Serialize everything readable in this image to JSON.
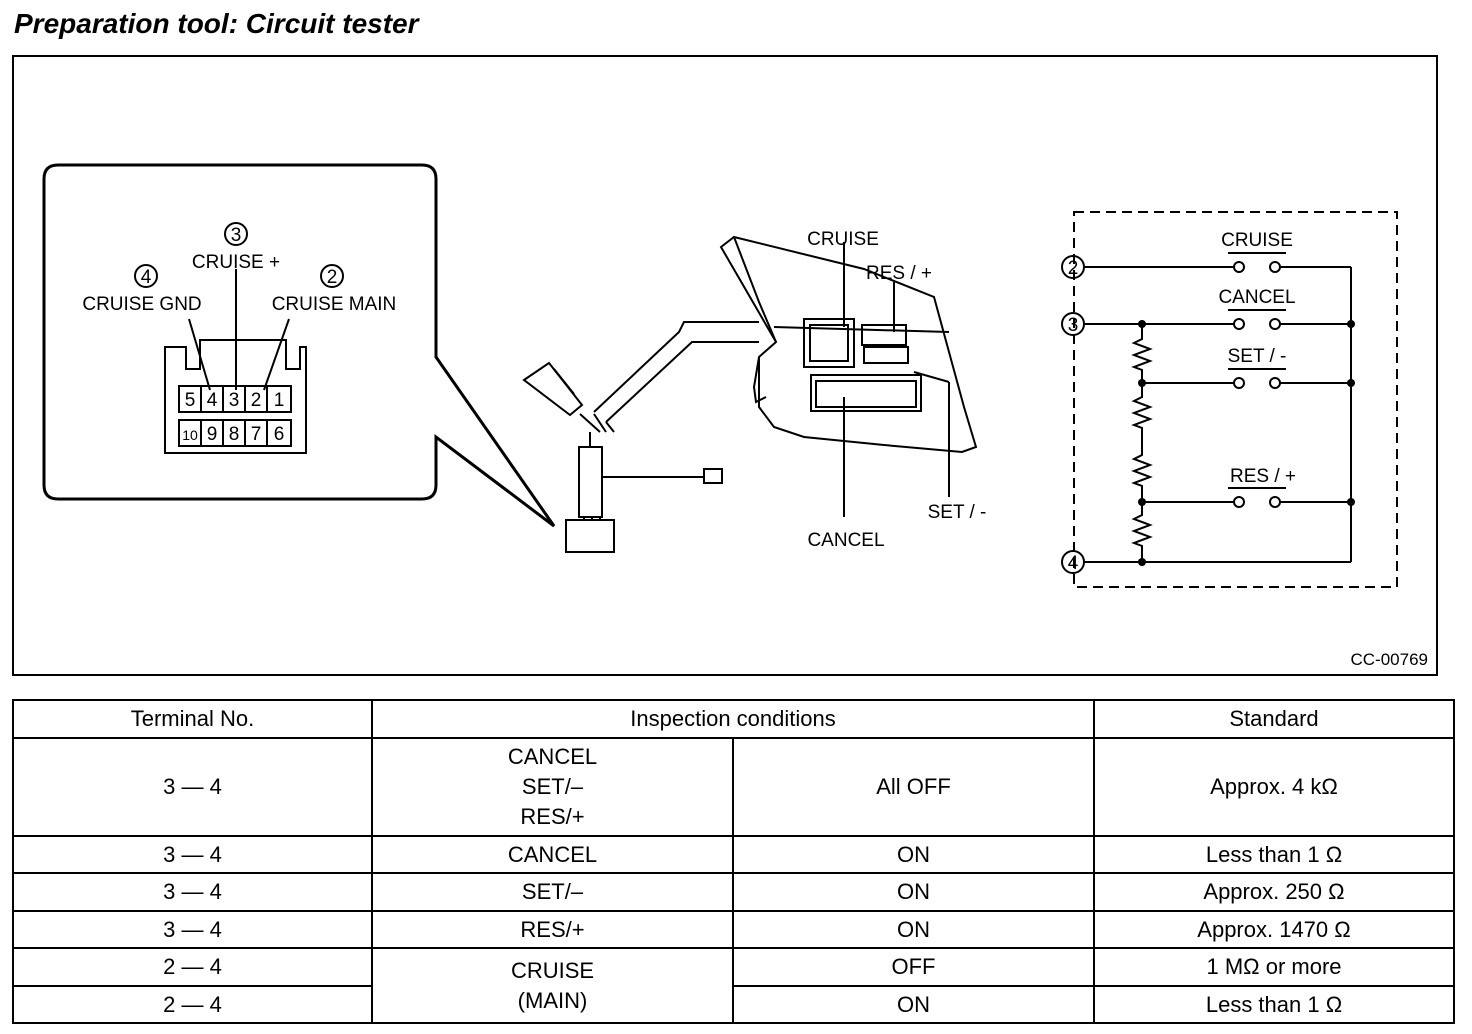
{
  "heading": "Preparation tool: Circuit tester",
  "figure": {
    "code": "CC-00769",
    "connector": {
      "terminals": [
        {
          "num": "4",
          "name": "CRUISE GND"
        },
        {
          "num": "3",
          "name": "CRUISE +"
        },
        {
          "num": "2",
          "name": "CRUISE MAIN"
        }
      ],
      "pins_top": [
        "5",
        "4",
        "3",
        "2",
        "1"
      ],
      "pins_bottom": [
        "10",
        "9",
        "8",
        "7",
        "6"
      ]
    },
    "switch_labels": {
      "cruise": "CRUISE",
      "res": "RES / +",
      "set": "SET / -",
      "cancel": "CANCEL"
    },
    "schematic": {
      "terminals": [
        "2",
        "3",
        "4"
      ],
      "switches": [
        "CRUISE",
        "CANCEL",
        "SET / -",
        "RES / +"
      ]
    }
  },
  "table": {
    "headers": [
      "Terminal No.",
      "Inspection conditions",
      "Standard"
    ],
    "rows": [
      {
        "terminal": "3 — 4",
        "switch": "CANCEL\nSET/–\nRES/+",
        "state": "All OFF",
        "standard": "Approx. 4 kΩ"
      },
      {
        "terminal": "3 — 4",
        "switch": "CANCEL",
        "state": "ON",
        "standard": "Less than 1 Ω"
      },
      {
        "terminal": "3 — 4",
        "switch": "SET/–",
        "state": "ON",
        "standard": "Approx. 250 Ω"
      },
      {
        "terminal": "3 — 4",
        "switch": "RES/+",
        "state": "ON",
        "standard": "Approx. 1470 Ω"
      },
      {
        "terminal": "2 — 4",
        "switch": "CRUISE\n(MAIN)",
        "state": "OFF",
        "standard": "1 MΩ or more"
      },
      {
        "terminal": "2 — 4",
        "state": "ON",
        "standard": "Less than 1 Ω"
      }
    ]
  }
}
